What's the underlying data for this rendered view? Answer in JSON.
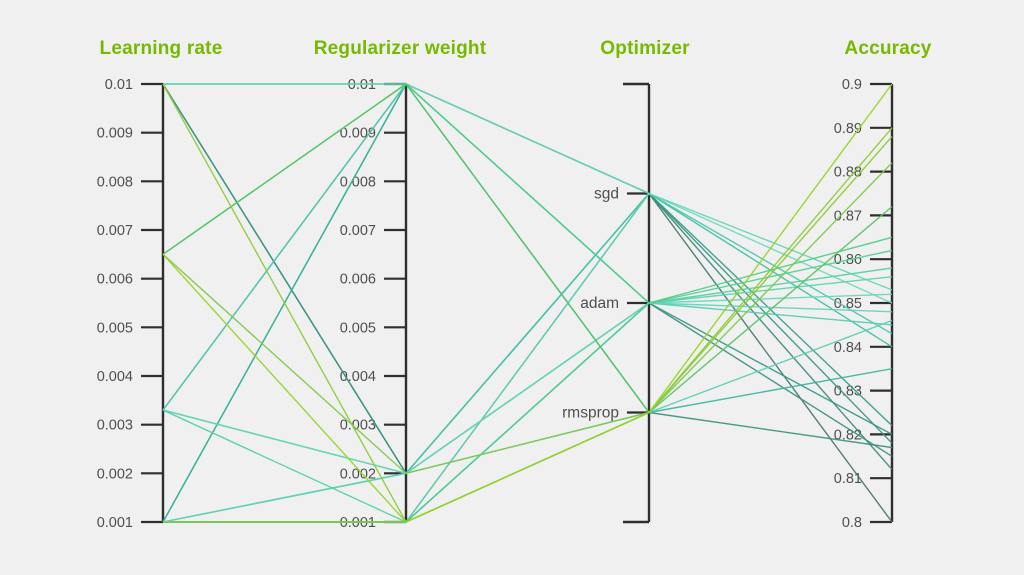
{
  "chart_data": {
    "type": "parallel_coordinates",
    "title": "",
    "axes": [
      {
        "title": "Learning rate",
        "kind": "numeric",
        "domain": [
          0.001,
          0.01
        ],
        "ticks": [
          "0.01",
          "0.009",
          "0.008",
          "0.007",
          "0.006",
          "0.005",
          "0.004",
          "0.003",
          "0.002",
          "0.001"
        ]
      },
      {
        "title": "Regularizer weight",
        "kind": "numeric",
        "domain": [
          0.001,
          0.01
        ],
        "ticks": [
          "0.01",
          "0.009",
          "0.008",
          "0.007",
          "0.006",
          "0.005",
          "0.004",
          "0.003",
          "0.002",
          "0.001"
        ]
      },
      {
        "title": "Optimizer",
        "kind": "category",
        "categories": [
          "sgd",
          "adam",
          "rmsprop"
        ]
      },
      {
        "title": "Accuracy",
        "kind": "numeric",
        "domain": [
          0.8,
          0.9
        ],
        "ticks": [
          "0.9",
          "0.89",
          "0.88",
          "0.87",
          "0.86",
          "0.85",
          "0.84",
          "0.83",
          "0.82",
          "0.81",
          "0.8"
        ]
      }
    ],
    "runs": [
      {
        "learning_rate": 0.01,
        "regularizer_weight": 0.01,
        "optimizer": "sgd",
        "accuracy": 0.85
      },
      {
        "learning_rate": 0.01,
        "regularizer_weight": 0.01,
        "optimizer": "adam",
        "accuracy": 0.856
      },
      {
        "learning_rate": 0.01,
        "regularizer_weight": 0.002,
        "optimizer": "sgd",
        "accuracy": 0.8
      },
      {
        "learning_rate": 0.01,
        "regularizer_weight": 0.002,
        "optimizer": "adam",
        "accuracy": 0.82
      },
      {
        "learning_rate": 0.01,
        "regularizer_weight": 0.001,
        "optimizer": "rmsprop",
        "accuracy": 0.89
      },
      {
        "learning_rate": 0.0065,
        "regularizer_weight": 0.01,
        "optimizer": "adam",
        "accuracy": 0.865
      },
      {
        "learning_rate": 0.0065,
        "regularizer_weight": 0.01,
        "optimizer": "rmsprop",
        "accuracy": 0.872
      },
      {
        "learning_rate": 0.0065,
        "regularizer_weight": 0.002,
        "optimizer": "rmsprop",
        "accuracy": 0.882
      },
      {
        "learning_rate": 0.0065,
        "regularizer_weight": 0.001,
        "optimizer": "rmsprop",
        "accuracy": 0.9
      },
      {
        "learning_rate": 0.0033,
        "regularizer_weight": 0.01,
        "optimizer": "sgd",
        "accuracy": 0.818
      },
      {
        "learning_rate": 0.0033,
        "regularizer_weight": 0.01,
        "optimizer": "adam",
        "accuracy": 0.845
      },
      {
        "learning_rate": 0.0033,
        "regularizer_weight": 0.002,
        "optimizer": "sgd",
        "accuracy": 0.843
      },
      {
        "learning_rate": 0.0033,
        "regularizer_weight": 0.002,
        "optimizer": "adam",
        "accuracy": 0.852
      },
      {
        "learning_rate": 0.0033,
        "regularizer_weight": 0.001,
        "optimizer": "adam",
        "accuracy": 0.858
      },
      {
        "learning_rate": 0.001,
        "regularizer_weight": 0.01,
        "optimizer": "sgd",
        "accuracy": 0.822
      },
      {
        "learning_rate": 0.001,
        "regularizer_weight": 0.01,
        "optimizer": "rmsprop",
        "accuracy": 0.835
      },
      {
        "learning_rate": 0.001,
        "regularizer_weight": 0.002,
        "optimizer": "sgd",
        "accuracy": 0.84
      },
      {
        "learning_rate": 0.001,
        "regularizer_weight": 0.002,
        "optimizer": "adam",
        "accuracy": 0.848
      },
      {
        "learning_rate": 0.001,
        "regularizer_weight": 0.002,
        "optimizer": "rmsprop",
        "accuracy": 0.846
      },
      {
        "learning_rate": 0.001,
        "regularizer_weight": 0.001,
        "optimizer": "sgd",
        "accuracy": 0.853
      },
      {
        "learning_rate": 0.001,
        "regularizer_weight": 0.001,
        "optimizer": "sgd",
        "accuracy": 0.812
      },
      {
        "learning_rate": 0.001,
        "regularizer_weight": 0.001,
        "optimizer": "adam",
        "accuracy": 0.862
      },
      {
        "learning_rate": 0.001,
        "regularizer_weight": 0.001,
        "optimizer": "adam",
        "accuracy": 0.815
      },
      {
        "learning_rate": 0.001,
        "regularizer_weight": 0.001,
        "optimizer": "rmsprop",
        "accuracy": 0.888
      },
      {
        "learning_rate": 0.001,
        "regularizer_weight": 0.001,
        "optimizer": "rmsprop",
        "accuracy": 0.817
      }
    ],
    "colors": {
      "background": "#f0f0f0",
      "title": "#76b900",
      "axis": "#2e2e2e",
      "tick_label": "#4f4f4f",
      "colormap_by_accuracy": [
        [
          "0.800",
          "#45756b"
        ],
        [
          "0.815",
          "#3a8f7d"
        ],
        [
          "0.825",
          "#31a18c"
        ],
        [
          "0.840",
          "#3cbfa2"
        ],
        [
          "0.850",
          "#6cd8bf"
        ],
        [
          "0.858",
          "#54d0a4"
        ],
        [
          "0.865",
          "#4ecb85"
        ],
        [
          "0.872",
          "#55c45e"
        ],
        [
          "0.882",
          "#7dc847"
        ],
        [
          "0.890",
          "#8ccb35"
        ],
        [
          "0.900",
          "#95d425"
        ]
      ]
    },
    "layout_hints": {
      "legend": "none",
      "grid": "off",
      "tick_side": "left"
    }
  }
}
